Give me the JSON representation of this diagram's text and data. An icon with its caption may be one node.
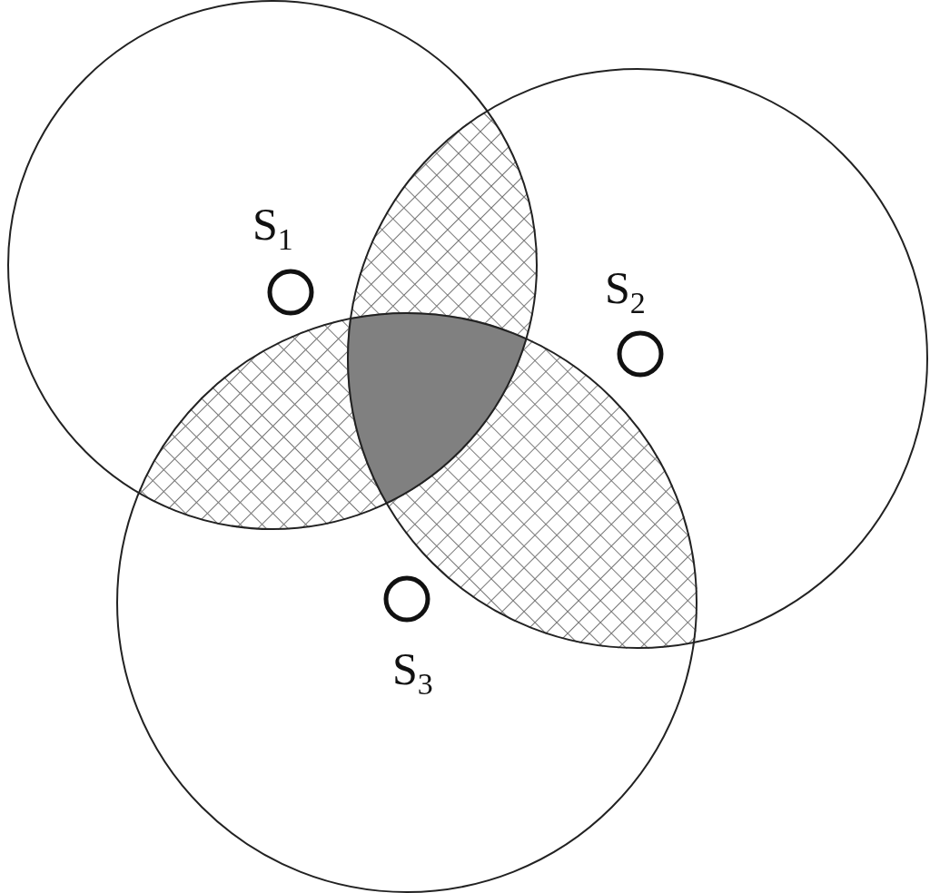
{
  "diagram": {
    "labels": [
      "S$_{1}$",
      "S$_{2}$",
      "S$_{3}$"
    ]
  }
}
